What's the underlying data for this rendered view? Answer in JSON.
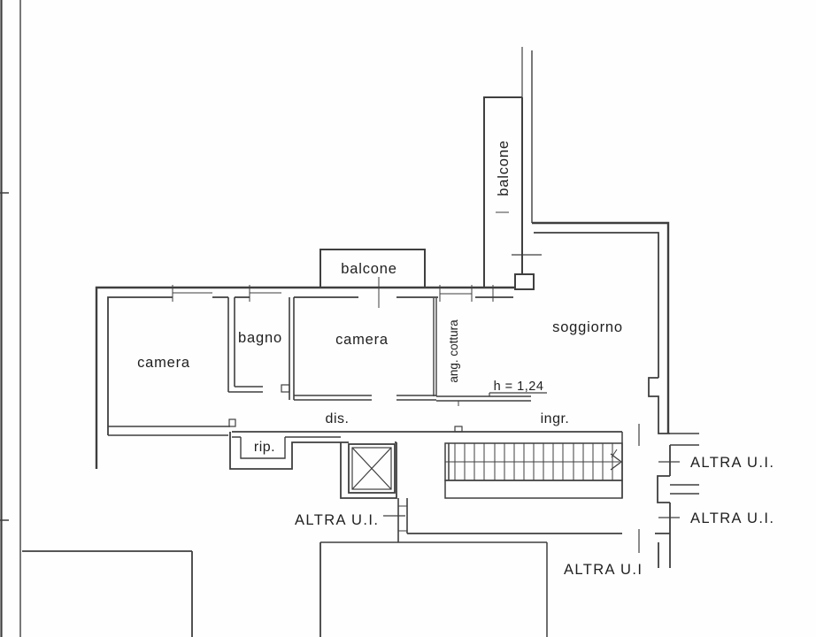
{
  "page": {
    "background": "#fefefe",
    "line_color": "#3f3f3f",
    "text_color": "#1f1f1f",
    "kind": "scanned apartment floor plan (catastal drawing, Italian labels)"
  },
  "floorplan": {
    "rooms": [
      {
        "id": "camera-1",
        "label": "camera"
      },
      {
        "id": "bagno",
        "label": "bagno"
      },
      {
        "id": "camera-2",
        "label": "camera"
      },
      {
        "id": "soggiorno",
        "label": "soggiorno"
      },
      {
        "id": "ang-cottura",
        "label": "ang. cottura"
      },
      {
        "id": "disimpegno",
        "label": "dis."
      },
      {
        "id": "ingresso",
        "label": "ingr."
      },
      {
        "id": "ripostiglio",
        "label": "rip."
      },
      {
        "id": "balcone-top",
        "label": "balcone"
      },
      {
        "id": "balcone-side",
        "label": "balcone"
      }
    ],
    "annotations": {
      "height_note": "h = 1,24"
    },
    "other_units": {
      "right_upper": "ALTRA U.I.",
      "right_lower": "ALTRA U.I.",
      "center": "ALTRA U.I.",
      "bottom": "ALTRA U.I"
    },
    "features": [
      "elevator-shaft-with-x",
      "staircase-with-direction-arrow",
      "low-wall-h-1-24",
      "page-border-ticks"
    ]
  }
}
